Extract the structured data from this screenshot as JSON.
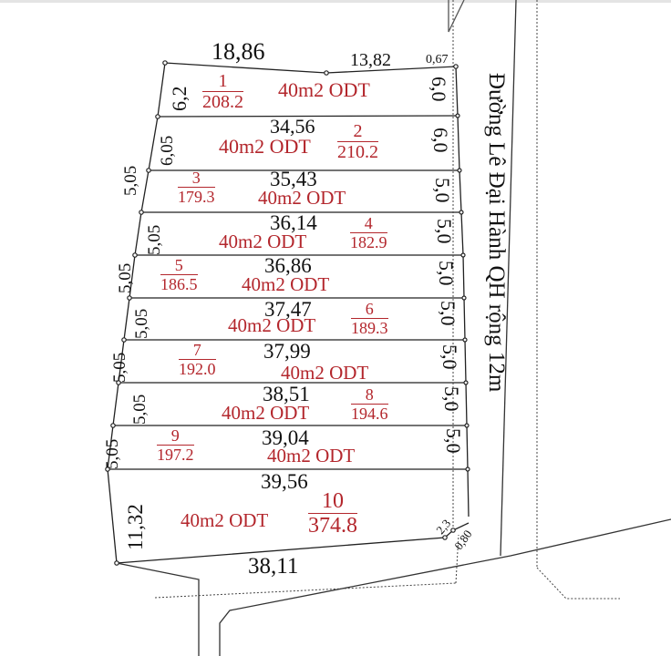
{
  "map": {
    "street_label": "Đường Lê Đại Hành QH rộng 12m",
    "colors": {
      "line": "#222222",
      "lot_text": "#b3262c",
      "dimension_text": "#111111"
    },
    "top_edge": {
      "left_segment": "18,86",
      "right_segment": "13,82",
      "corner": "0,67"
    },
    "bottom_edge": {
      "length": "38,11",
      "corner_a": "2,3",
      "corner_b": "0,80"
    },
    "left_side_outer": [
      "5,05",
      "5,05",
      "5,05",
      "5,05"
    ],
    "lots": [
      {
        "id": "1",
        "area": "208.2",
        "zoning": "40m2 ODT",
        "length": "",
        "left": "6,2",
        "right": "6,0"
      },
      {
        "id": "2",
        "area": "210.2",
        "zoning": "40m2 ODT",
        "length": "34,56",
        "left": "6,05",
        "right": "6,0"
      },
      {
        "id": "3",
        "area": "179.3",
        "zoning": "40m2 ODT",
        "length": "35,43",
        "left": "5,05",
        "right": "5,0"
      },
      {
        "id": "4",
        "area": "182.9",
        "zoning": "40m2 ODT",
        "length": "36,14",
        "left": "5,05",
        "right": "5,0"
      },
      {
        "id": "5",
        "area": "186.5",
        "zoning": "40m2 ODT",
        "length": "36,86",
        "left": "5,05",
        "right": "5,0"
      },
      {
        "id": "6",
        "area": "189.3",
        "zoning": "40m2 ODT",
        "length": "37,47",
        "left": "5,05",
        "right": "5,0"
      },
      {
        "id": "7",
        "area": "192.0",
        "zoning": "40m2 ODT",
        "length": "37,99",
        "left": "5,05",
        "right": "5,0"
      },
      {
        "id": "8",
        "area": "194.6",
        "zoning": "40m2 ODT",
        "length": "38,51",
        "left": "5,05",
        "right": "5,0"
      },
      {
        "id": "9",
        "area": "197.2",
        "zoning": "40m2 ODT",
        "length": "39,04",
        "left": "5,05",
        "right": "5,0"
      },
      {
        "id": "10",
        "area": "374.8",
        "zoning": "40m2 ODT",
        "length": "39,56",
        "left": "11,32",
        "right": ""
      }
    ]
  }
}
